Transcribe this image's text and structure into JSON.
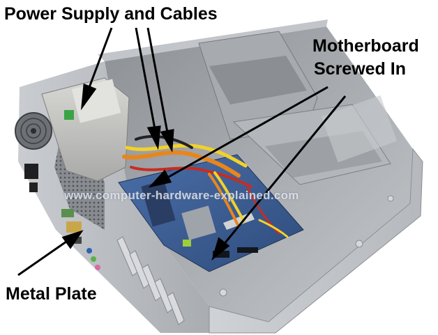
{
  "labels": {
    "power_supply": "Power Supply and Cables",
    "motherboard_line1": "Motherboard",
    "motherboard_line2": "Screwed In",
    "metal_plate": "Metal Plate"
  },
  "watermark": "www.computer-hardware-explained.com",
  "colors": {
    "case_metal": "#b8bbbe",
    "motherboard": "#3d5f96",
    "cable_orange": "#e8861c",
    "cable_yellow": "#f2d22a",
    "cable_red": "#c62d22",
    "arrow": "#000000"
  }
}
